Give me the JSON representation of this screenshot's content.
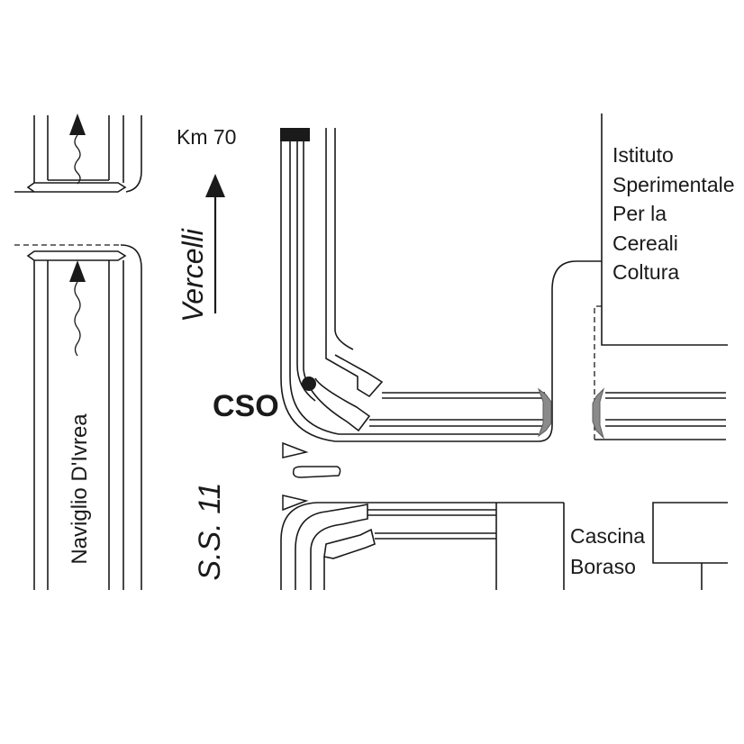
{
  "labels": {
    "km": "Km 70",
    "direction": "Vercelli",
    "station": "CSO",
    "canal": "Naviglio D'Ivrea",
    "road": "S.S. 11",
    "institute": [
      "Istituto",
      "Sperimentale",
      "Per la",
      "Cereali",
      "Coltura"
    ],
    "farm": [
      "Cascina",
      "Boraso"
    ]
  },
  "colors": {
    "line": "#1a1a1a",
    "marker_gray": "#8a8a8a",
    "background": "#ffffff"
  }
}
